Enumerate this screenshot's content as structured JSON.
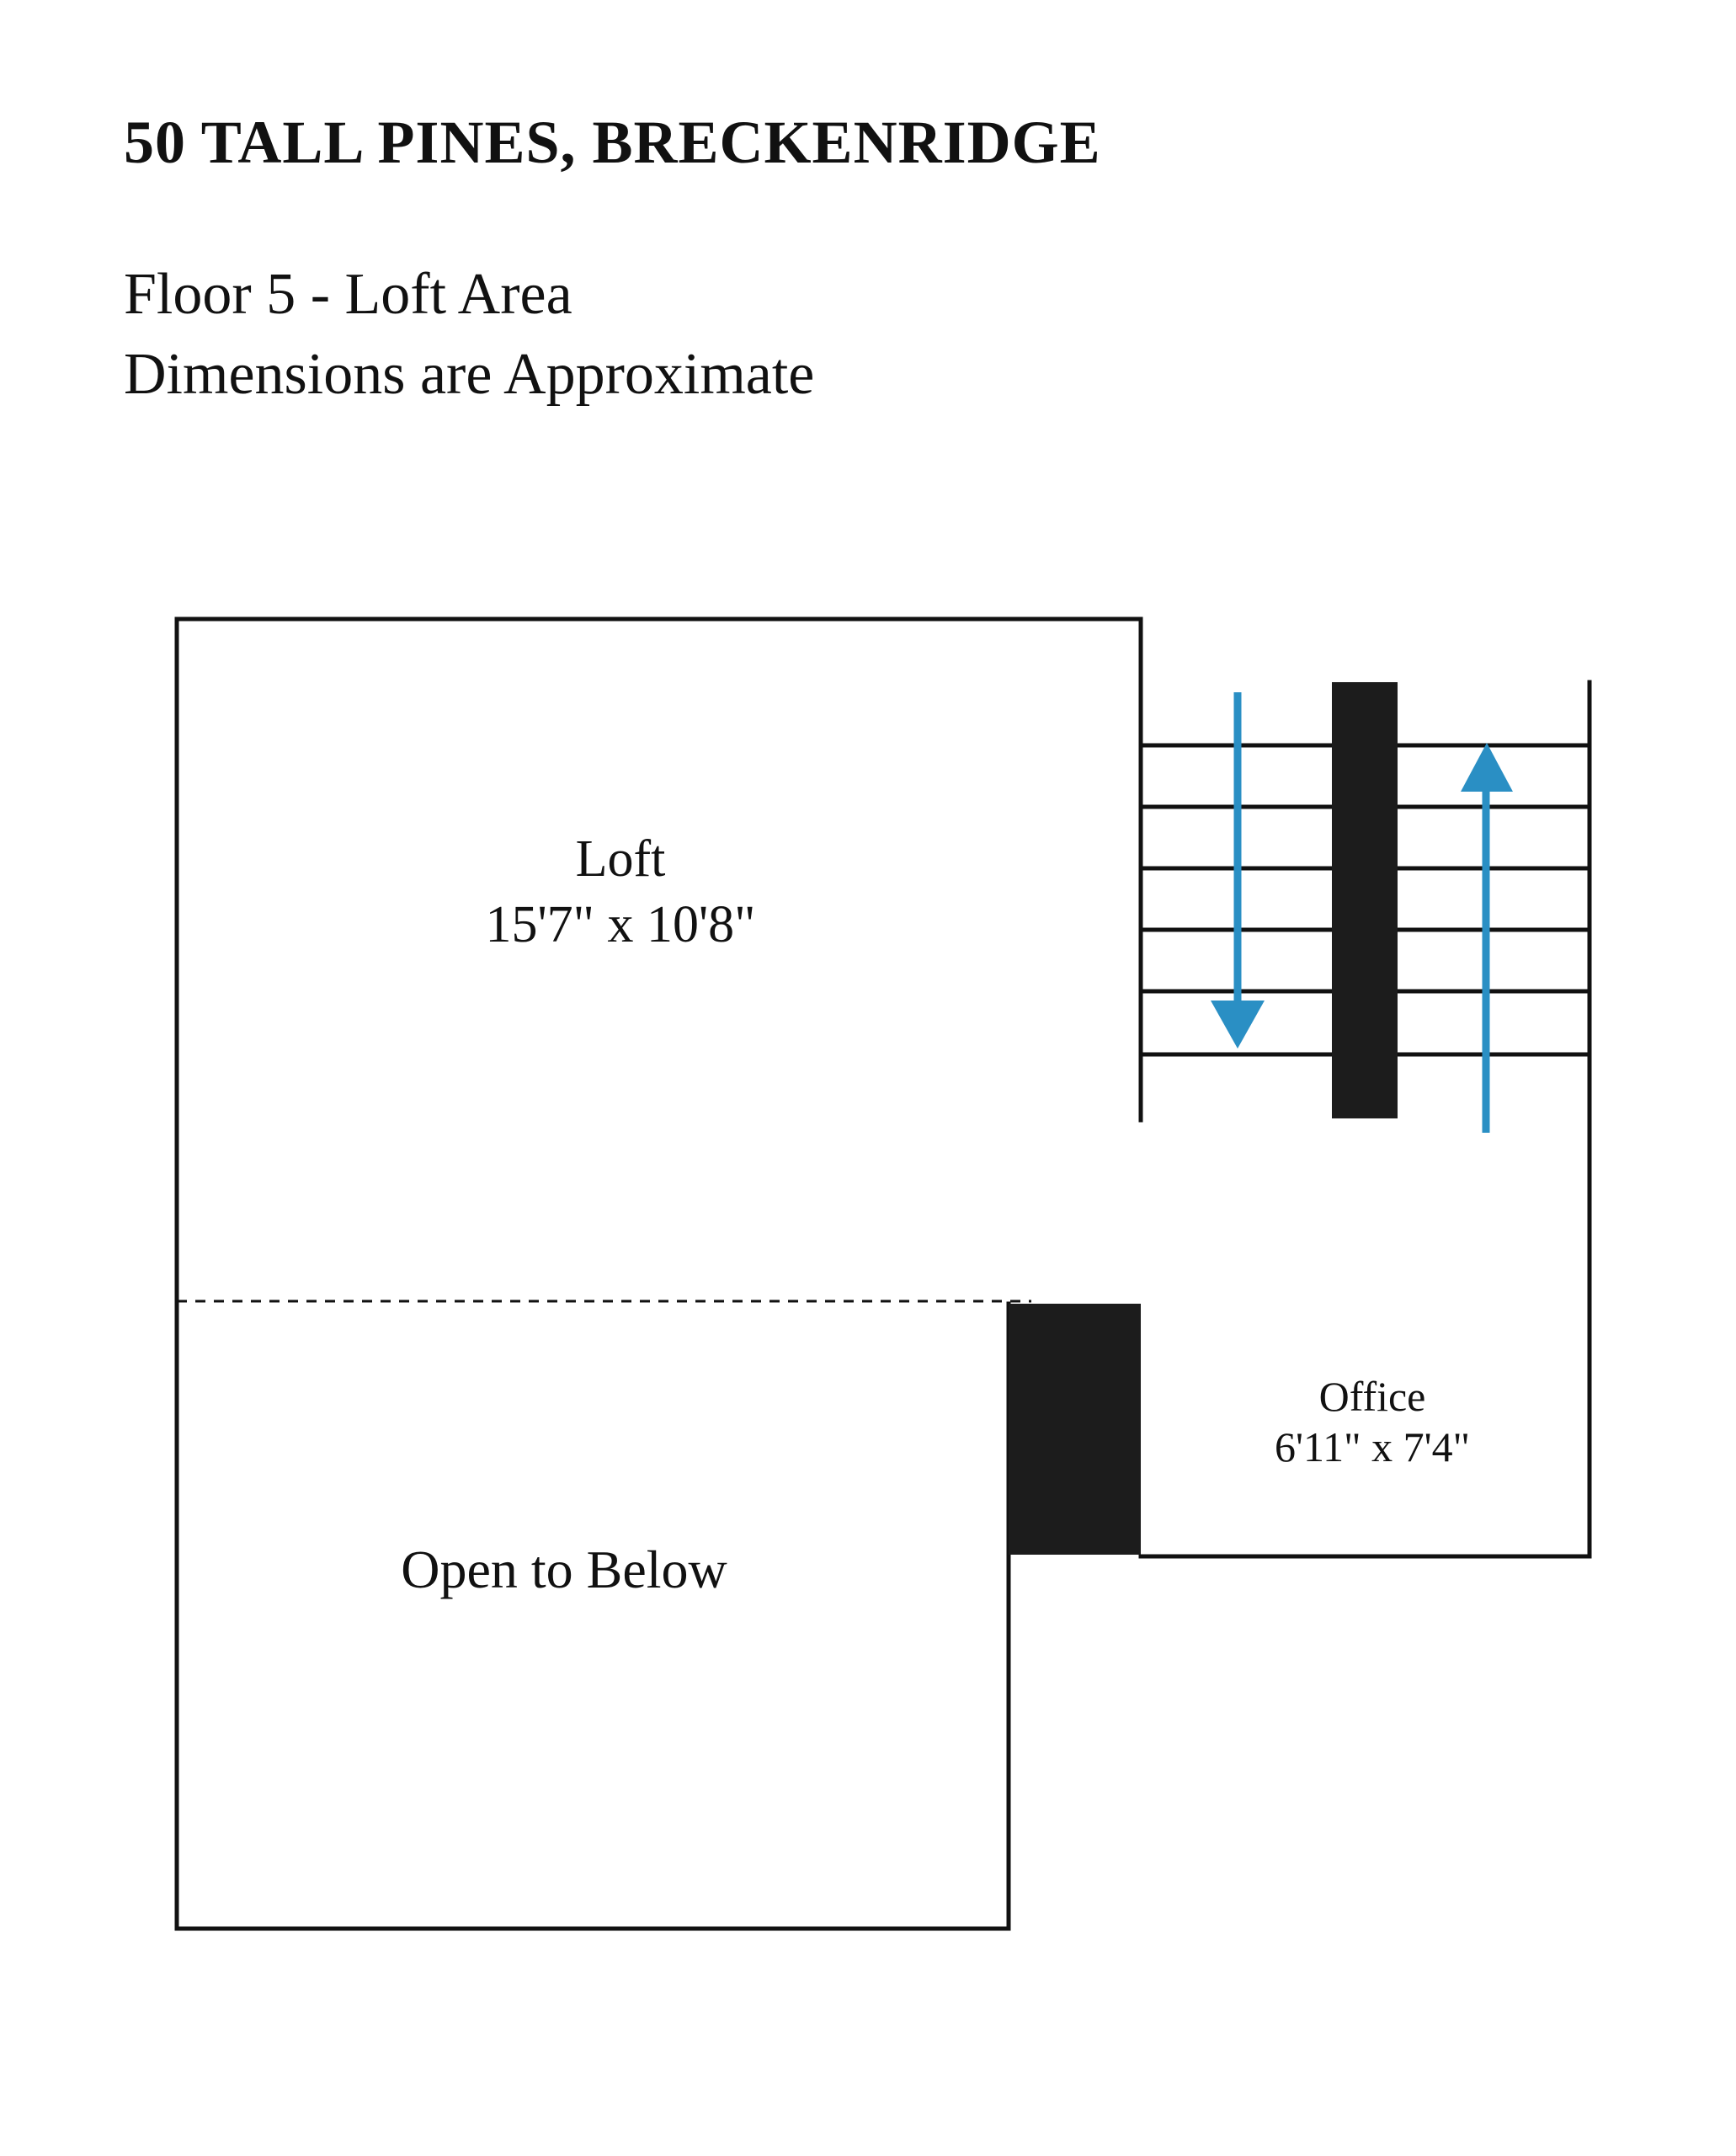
{
  "header": {
    "title": "50 TALL PINES, BRECKENRIDGE",
    "subtitle_line1": "Floor 5 - Loft Area",
    "subtitle_line2": "Dimensions are Approximate"
  },
  "rooms": {
    "loft": {
      "name": "Loft",
      "dimensions": "15'7\" x 10'8\""
    },
    "open_to_below": {
      "name": "Open to Below"
    },
    "office": {
      "name": "Office",
      "dimensions": "6'11\" x 7'4\""
    }
  },
  "stairs": {
    "arrow_color": "#2a8fc4",
    "arrows": [
      {
        "direction": "down"
      },
      {
        "direction": "up"
      }
    ]
  },
  "colors": {
    "wall": "#111111",
    "solid_block": "#1c1c1c"
  }
}
